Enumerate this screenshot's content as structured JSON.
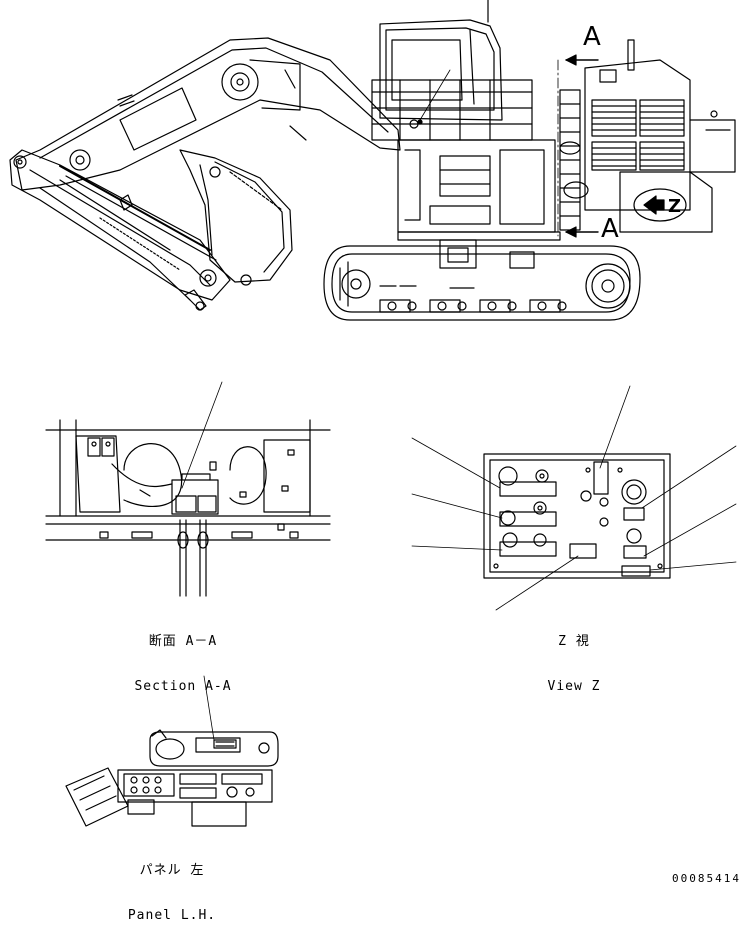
{
  "section_markers": {
    "top": "A",
    "bottom": "A"
  },
  "section_view": {
    "title_jp": "断面 A－A",
    "title_en": "Section A-A"
  },
  "z_view": {
    "title_jp": "Z 視",
    "title_en": "View Z",
    "marker_letter": "Z"
  },
  "panel_view": {
    "title_jp": "パネル 左",
    "title_en": "Panel L.H."
  },
  "drawing_number": "00085414",
  "colors": {
    "line": "#000000",
    "background": "#ffffff"
  }
}
